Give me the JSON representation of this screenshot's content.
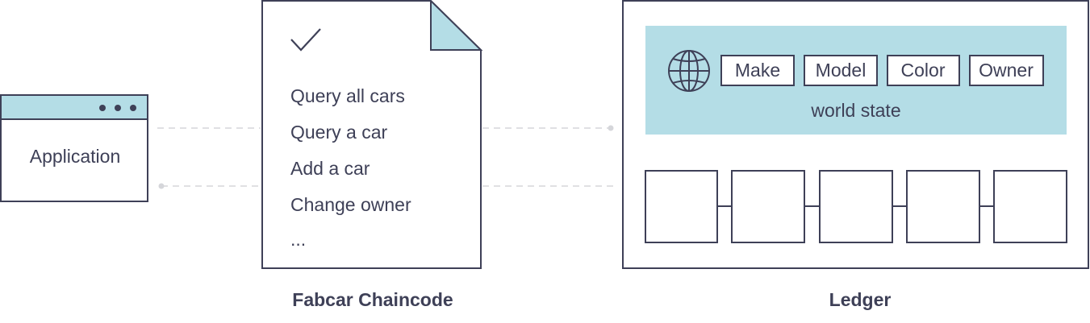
{
  "application": {
    "label": "Application",
    "titlebar_icon": "ellipsis-icon"
  },
  "chaincode": {
    "caption": "Fabcar Chaincode",
    "check_icon": "checkmark-icon",
    "functions": [
      "Query all cars",
      "Query a car",
      "Add a car",
      "Change owner",
      "..."
    ]
  },
  "ledger": {
    "caption": "Ledger",
    "world_state": {
      "label": "world state",
      "icon": "globe-icon",
      "fields": [
        "Make",
        "Model",
        "Color",
        "Owner"
      ]
    },
    "block_count": 5
  },
  "colors": {
    "stroke": "#3e4057",
    "accent": "#b4dde6",
    "connector": "#d5d6da",
    "background": "#ffffff"
  }
}
